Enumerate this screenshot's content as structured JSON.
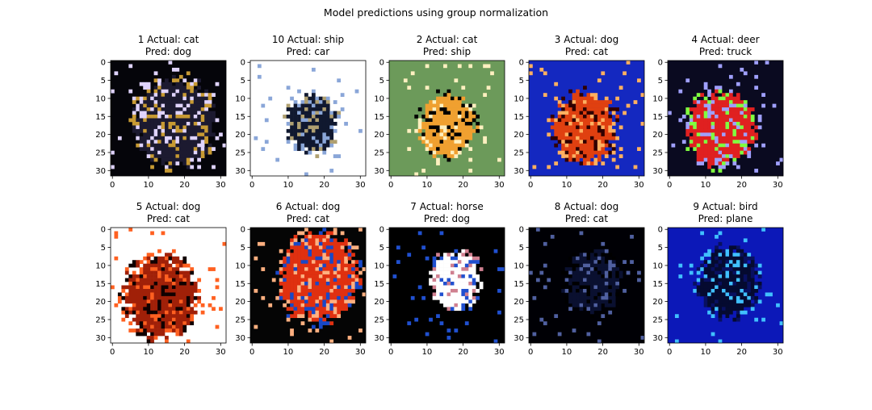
{
  "figure": {
    "title": "Model predictions using group normalization"
  },
  "panels": [
    {
      "title_line1": "1 Actual: cat",
      "title_line2": "Pred: dog",
      "image_description": "dark cat silhouette on black background",
      "x_ticks": [
        "0",
        "10",
        "20",
        "30"
      ],
      "y_ticks": [
        "0",
        "5",
        "10",
        "15",
        "20",
        "25",
        "30"
      ],
      "colors": {
        "bg": "#05050a",
        "fg": "#1c1a30",
        "accent": "#e0d4ff",
        "accent2": "#c79a33"
      }
    },
    {
      "title_line1": "10 Actual: ship",
      "title_line2": "Pred: car",
      "image_description": "ship on water under bright sky",
      "x_ticks": [
        "0",
        "10",
        "20",
        "30"
      ],
      "y_ticks": [
        "0",
        "5",
        "10",
        "15",
        "20",
        "25",
        "30"
      ],
      "colors": {
        "bg": "#ffffff",
        "fg": "#10182f",
        "accent": "#8aa6d8",
        "accent2": "#b0a070"
      }
    },
    {
      "title_line1": "2 Actual: cat",
      "title_line2": "Pred: ship",
      "image_description": "cat lying on a surface with green background",
      "x_ticks": [
        "0",
        "10",
        "20",
        "30"
      ],
      "y_ticks": [
        "0",
        "5",
        "10",
        "15",
        "20",
        "25",
        "30"
      ],
      "colors": {
        "bg": "#6c9a5a",
        "fg": "#f0a030",
        "accent": "#fff0c0",
        "accent2": "#000000"
      }
    },
    {
      "title_line1": "3 Actual: dog",
      "title_line2": "Pred: cat",
      "image_description": "red-orange dog face on blue background",
      "x_ticks": [
        "0",
        "10",
        "20",
        "30"
      ],
      "y_ticks": [
        "0",
        "5",
        "10",
        "15",
        "20",
        "25",
        "30"
      ],
      "colors": {
        "bg": "#1428c0",
        "fg": "#e04010",
        "accent": "#ffb060",
        "accent2": "#300000"
      }
    },
    {
      "title_line1": "4 Actual: deer",
      "title_line2": "Pred: truck",
      "image_description": "red deer against dark background",
      "x_ticks": [
        "0",
        "10",
        "20",
        "30"
      ],
      "y_ticks": [
        "0",
        "5",
        "10",
        "15",
        "20",
        "25",
        "30"
      ],
      "colors": {
        "bg": "#0a0a20",
        "fg": "#e02020",
        "accent": "#a0a0ff",
        "accent2": "#80ff40"
      }
    },
    {
      "title_line1": "5 Actual: dog",
      "title_line2": "Pred: cat",
      "image_description": "dark red dog on white background",
      "x_ticks": [
        "0",
        "10",
        "20",
        "30"
      ],
      "y_ticks": [
        "0",
        "5",
        "10",
        "15",
        "20",
        "25",
        "30"
      ],
      "colors": {
        "bg": "#ffffff",
        "fg": "#a02008",
        "accent": "#ff6020",
        "accent2": "#100000"
      }
    },
    {
      "title_line1": "6 Actual: dog",
      "title_line2": "Pred: cat",
      "image_description": "red dog on black with blue lower region",
      "x_ticks": [
        "0",
        "10",
        "20",
        "30"
      ],
      "y_ticks": [
        "0",
        "5",
        "10",
        "15",
        "20",
        "25",
        "30"
      ],
      "colors": {
        "bg": "#050505",
        "fg": "#e03010",
        "accent": "#ffb080",
        "accent2": "#1848c8"
      }
    },
    {
      "title_line1": "7 Actual: horse",
      "title_line2": "Pred: dog",
      "image_description": "white horse shapes on black background",
      "x_ticks": [
        "0",
        "10",
        "20",
        "30"
      ],
      "y_ticks": [
        "0",
        "5",
        "10",
        "15",
        "20",
        "25",
        "30"
      ],
      "colors": {
        "bg": "#000000",
        "fg": "#ffffff",
        "accent": "#2050d0",
        "accent2": "#d08090"
      }
    },
    {
      "title_line1": "8 Actual: dog",
      "title_line2": "Pred: cat",
      "image_description": "very dark image with faint blue shapes",
      "x_ticks": [
        "0",
        "10",
        "20",
        "30"
      ],
      "y_ticks": [
        "0",
        "5",
        "10",
        "15",
        "20",
        "25",
        "30"
      ],
      "colors": {
        "bg": "#000005",
        "fg": "#0a1030",
        "accent": "#5060a0",
        "accent2": "#000000"
      }
    },
    {
      "title_line1": "9 Actual: bird",
      "title_line2": "Pred: plane",
      "image_description": "dark bird in flight on blue sky",
      "x_ticks": [
        "0",
        "10",
        "20",
        "30"
      ],
      "y_ticks": [
        "0",
        "5",
        "10",
        "15",
        "20",
        "25",
        "30"
      ],
      "colors": {
        "bg": "#0c18b8",
        "fg": "#050a30",
        "accent": "#40c0ff",
        "accent2": "#081060"
      }
    }
  ]
}
